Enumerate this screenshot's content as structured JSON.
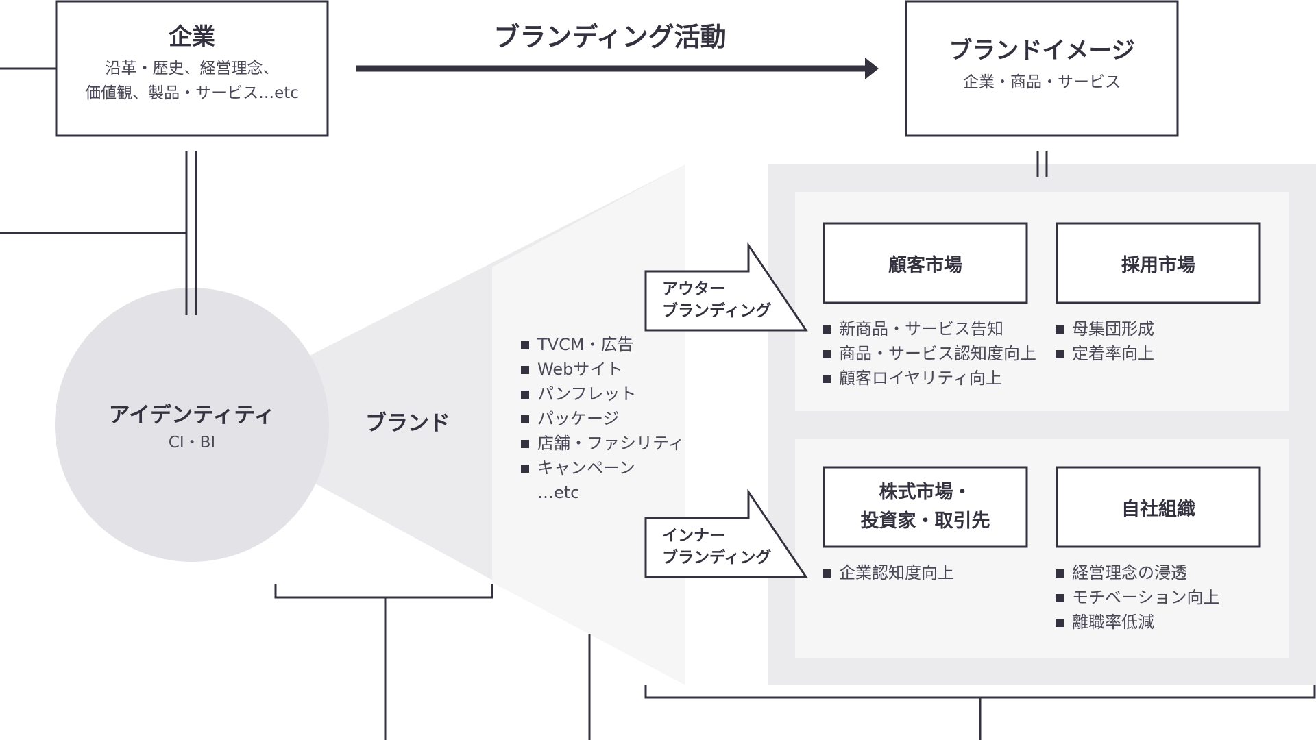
{
  "company": {
    "title": "企業",
    "sub_line1": "沿革・歴史、経営理念、",
    "sub_line2": "価値観、製品・サービス…etc"
  },
  "activity_label": "ブランディング活動",
  "brand_image": {
    "title": "ブランドイメージ",
    "sub": "企業・商品・サービス"
  },
  "identity": {
    "title": "アイデンティティ",
    "sub": "CI・BI"
  },
  "brand_label": "ブランド",
  "channels": {
    "items": [
      "TVCM・広告",
      "Webサイト",
      "パンフレット",
      "パッケージ",
      "店舗・ファシリティ",
      "キャンペーン"
    ],
    "more": "…etc"
  },
  "outer_branding": {
    "line1": "アウター",
    "line2": "ブランディング"
  },
  "inner_branding": {
    "line1": "インナー",
    "line2": "ブランディング"
  },
  "markets": {
    "customer": {
      "title": "顧客市場",
      "bullets": [
        "新商品・サービス告知",
        "商品・サービス認知度向上",
        "顧客ロイヤリティ向上"
      ]
    },
    "recruit": {
      "title": "採用市場",
      "bullets": [
        "母集団形成",
        "定着率向上"
      ]
    },
    "investor": {
      "title_line1": "株式市場・",
      "title_line2": "投資家・取引先",
      "bullets": [
        "企業認知度向上"
      ]
    },
    "organization": {
      "title": "自社組織",
      "bullets": [
        "経営理念の浸透",
        "モチベーション向上",
        "離職率低減"
      ]
    }
  },
  "colors": {
    "ink": "#34323f",
    "circle": "#e3e2e7",
    "panel": "#ebebee",
    "panel_inner": "#f6f6f7"
  }
}
